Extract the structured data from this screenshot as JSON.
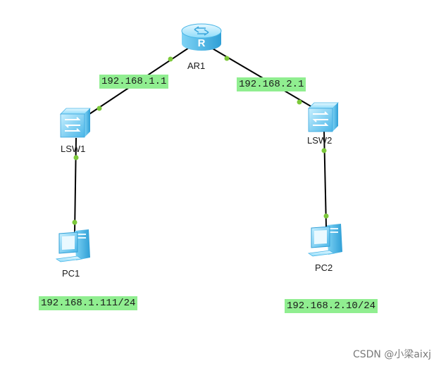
{
  "devices": {
    "router": {
      "name": "AR1",
      "type": "router"
    },
    "switch1": {
      "name": "LSW1",
      "type": "switch"
    },
    "switch2": {
      "name": "LSW2",
      "type": "switch"
    },
    "pc1": {
      "name": "PC1",
      "type": "pc"
    },
    "pc2": {
      "name": "PC2",
      "type": "pc"
    }
  },
  "links": [
    {
      "from": "AR1",
      "to": "LSW1"
    },
    {
      "from": "AR1",
      "to": "LSW2"
    },
    {
      "from": "LSW1",
      "to": "PC1"
    },
    {
      "from": "LSW2",
      "to": "PC2"
    }
  ],
  "addresses": {
    "ar1_g0": "192.168.1.1",
    "ar1_g1": "192.168.2.1",
    "pc1": "192.168.1.111/24",
    "pc2": "192.168.2.10/24"
  },
  "colors": {
    "device_light": "#b8ecff",
    "device_mid": "#5fc4ef",
    "device_dark": "#1f8fc8",
    "link": "#000000",
    "port": "#7cc83a",
    "ip_tag_bg": "#90ee90"
  },
  "watermark": "CSDN @小梁aixj"
}
